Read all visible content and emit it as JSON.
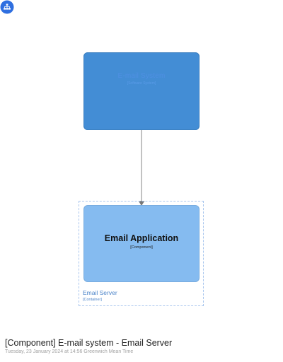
{
  "diagram": {
    "system_node": {
      "title": "E-mail System",
      "type": "[Software System]",
      "icon": "sitemap-icon",
      "fill": "#438dd5",
      "icon_fill": "#2f6fe0"
    },
    "boundary": {
      "label": "Email Server",
      "type": "[Container]",
      "border_color": "#a9c6ee"
    },
    "component": {
      "title": "Email Application",
      "type": "[Component]",
      "fill": "#85bbf0"
    },
    "relationship": {
      "from": "system_node",
      "to": "component",
      "color": "#7a7a7a"
    }
  },
  "footer": {
    "title": "[Component] E-mail system - Email Server",
    "date": "Tuesday, 23 January 2024 at 14:56 Greenwich Mean Time"
  }
}
